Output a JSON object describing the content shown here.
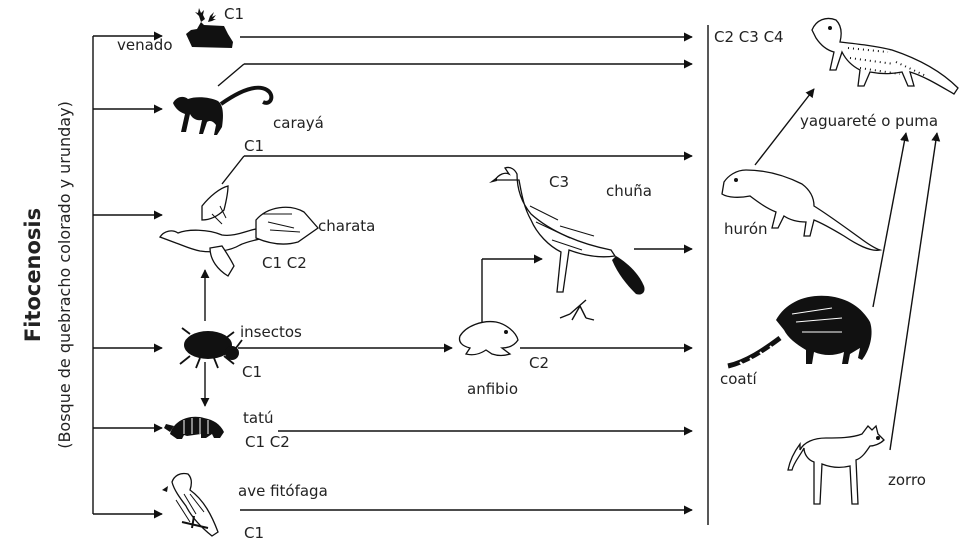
{
  "title": "Fitocenosis",
  "subtitle": "(Bosque de quebracho colorado y urunday)",
  "organisms": {
    "venado": {
      "name": "venado",
      "level": "C1",
      "icon": "deer-icon"
    },
    "caraya": {
      "name": "carayá",
      "icon": "monkey-icon"
    },
    "charata": {
      "name": "charata",
      "level": "C1 C2",
      "top_level": "C1",
      "icon": "bird-icon"
    },
    "insectos": {
      "name": "insectos",
      "level": "C1",
      "icon": "beetle-icon"
    },
    "tatu": {
      "name": "tatú",
      "level": "C1 C2",
      "icon": "armadillo-icon"
    },
    "ave": {
      "name": "ave fitófaga",
      "level": "C1",
      "icon": "parrot-icon"
    },
    "anfibio": {
      "name": "anfibio",
      "level": "C2",
      "icon": "frog-icon"
    },
    "chuna": {
      "name": "chuña",
      "level": "C3",
      "icon": "seriema-icon"
    },
    "huron": {
      "name": "hurón",
      "icon": "ferret-icon"
    },
    "coati": {
      "name": "coatí",
      "icon": "coati-icon"
    },
    "zorro": {
      "name": "zorro",
      "icon": "fox-icon"
    },
    "yaguarete": {
      "name": "yaguareté o puma",
      "level": "C2 C3 C4",
      "icon": "jaguar-icon"
    }
  }
}
